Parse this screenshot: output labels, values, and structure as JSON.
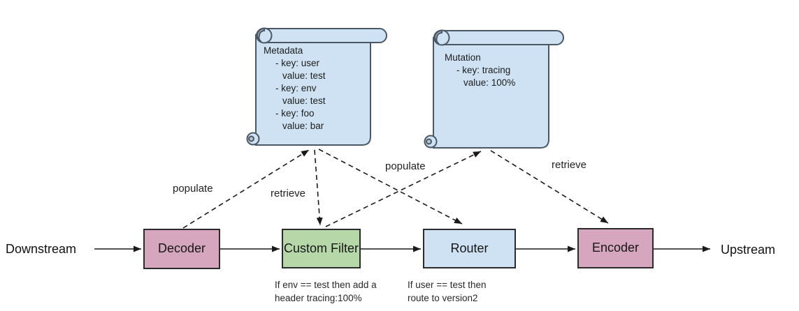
{
  "flow": {
    "left_endpoint": "Downstream",
    "right_endpoint": "Upstream",
    "nodes": [
      {
        "label": "Decoder",
        "fill": "#d5a6bd"
      },
      {
        "label": "Custom Filter",
        "fill": "#b6d7a8",
        "note": [
          "If env == test then add a",
          "header tracing:100%"
        ]
      },
      {
        "label": "Router",
        "fill": "#cfe2f3",
        "note": [
          "If user == test then",
          "route to version2"
        ]
      },
      {
        "label": "Encoder",
        "fill": "#d5a6bd"
      }
    ]
  },
  "scrolls": {
    "metadata": {
      "fill": "#cfe2f3",
      "lines": [
        "Metadata",
        "- key: user",
        "value: test",
        "- key: env",
        "value: test",
        "- key: foo",
        "value: bar"
      ]
    },
    "mutation": {
      "fill": "#cfe2f3",
      "lines": [
        "Mutation",
        "- key: tracing",
        "value: 100%"
      ]
    }
  },
  "edges": {
    "populate_decoder_to_metadata": "populate",
    "retrieve_metadata_to_custom_filter": "retrieve",
    "populate_custom_filter_to_mutation": "populate",
    "retrieve_mutation_to_encoder": "retrieve"
  },
  "colors": {
    "node_pink": "#d5a6bd",
    "node_green": "#b6d7a8",
    "node_blue": "#cfe2f3",
    "scroll_fill": "#cfe2f3",
    "scroll_border": "#4a5866",
    "line": "#1a1a1a"
  }
}
